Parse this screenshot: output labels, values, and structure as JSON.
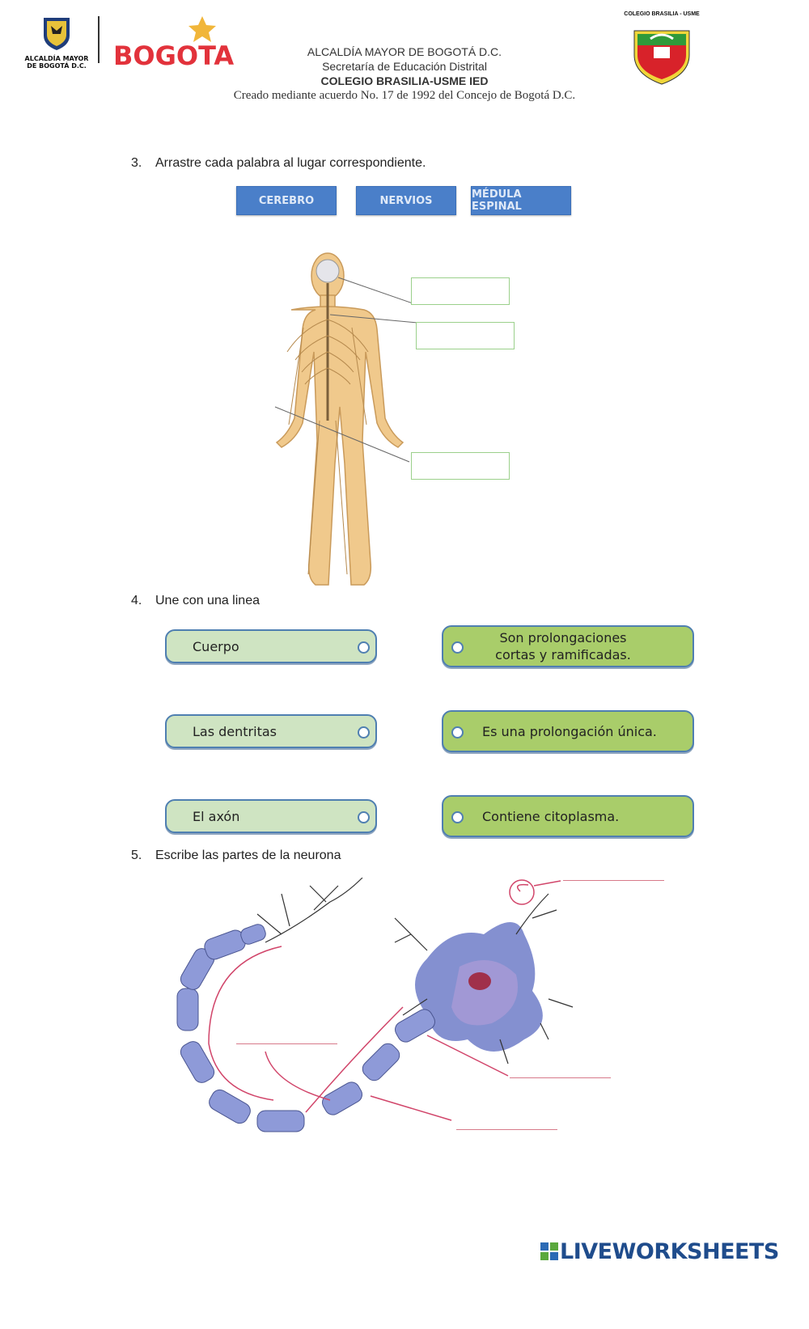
{
  "header": {
    "left_logo_text": "ALCALDÍA MAYOR DE BOGOTÁ D.C.",
    "bogota_logo": "BOGOTA",
    "line1": "ALCALDÍA MAYOR DE BOGOTÁ D.C.",
    "line2": "Secretaría de Educación Distrital",
    "line3": "COLEGIO BRASILIA-USME IED",
    "line4": "Creado mediante acuerdo No. 17 de 1992 del Concejo de Bogotá D.C.",
    "school_crest_text": "COLEGIO BRASILIA - USME"
  },
  "q3": {
    "number": "3.",
    "text": "Arrastre cada palabra al lugar correspondiente.",
    "words": [
      "CEREBRO",
      "NERVIOS",
      "MÉDULA ESPINAL"
    ]
  },
  "q4": {
    "number": "4.",
    "text": "Une con una linea",
    "left": [
      "Cuerpo",
      "Las dentritas",
      "El axón"
    ],
    "right": [
      "Son prolongaciones cortas y ramificadas.",
      "Es una prolongación única.",
      "Contiene citoplasma."
    ]
  },
  "q5": {
    "number": "5.",
    "text": "Escribe las partes de la neurona"
  },
  "footer": {
    "brand": "LIVEWORKSHEETS"
  }
}
